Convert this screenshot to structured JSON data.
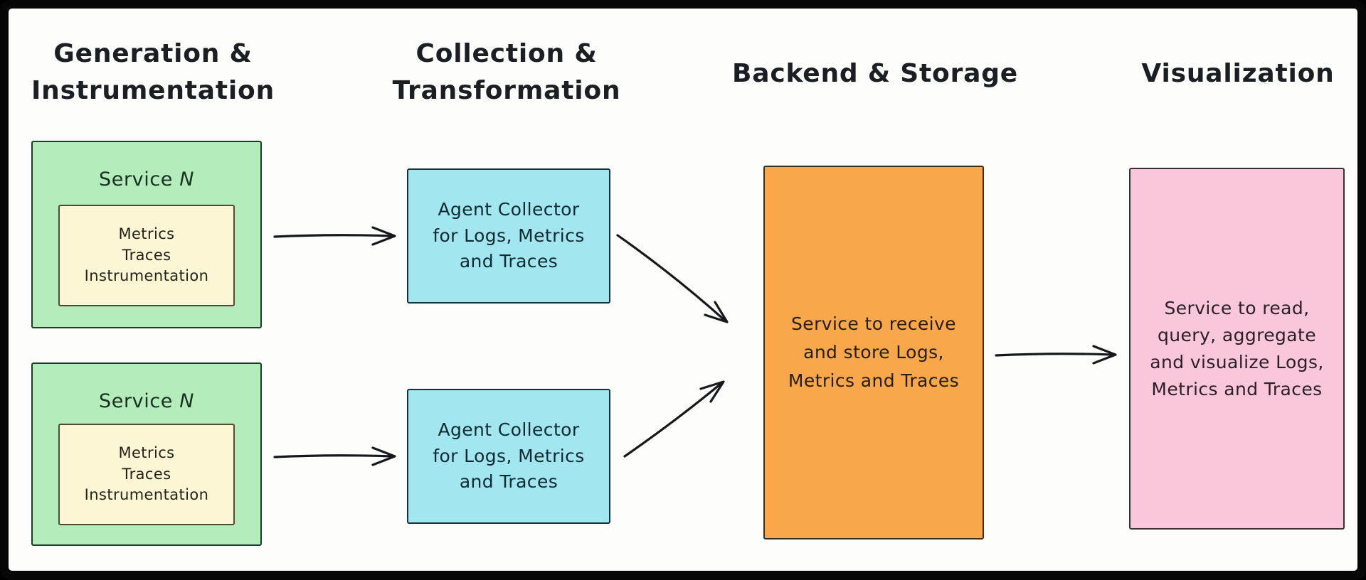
{
  "diagram": {
    "stages": {
      "generation": {
        "title": "Generation &\nInstrumentation"
      },
      "collection": {
        "title": "Collection &\nTransformation"
      },
      "backend": {
        "title": "Backend & Storage"
      },
      "visualization": {
        "title": "Visualization"
      }
    },
    "service_boxes": [
      {
        "title_prefix": "Service",
        "title_suffix": "N",
        "contents": "Metrics\nTraces\nInstrumentation"
      },
      {
        "title_prefix": "Service",
        "title_suffix": "N",
        "contents": "Metrics\nTraces\nInstrumentation"
      }
    ],
    "collector_boxes": [
      {
        "label": "Agent Collector\nfor Logs, Metrics\nand Traces"
      },
      {
        "label": "Agent Collector\nfor Logs, Metrics\nand Traces"
      }
    ],
    "backend_box": {
      "label": "Service to receive\nand store Logs,\nMetrics and Traces"
    },
    "visualization_box": {
      "label": "Service to read,\nquery, aggregate\nand visualize Logs,\nMetrics and Traces"
    },
    "colors": {
      "frame_bg": "#060606",
      "canvas_bg": "#fdfdfc",
      "service_fill": "#b5ecbc",
      "service_stroke": "#1d3b2a",
      "inner_note_fill": "#fdf6d5",
      "inner_note_stroke": "#4f4a33",
      "collector_fill": "#a2e6f0",
      "collector_stroke": "#15323a",
      "backend_fill": "#f8a74b",
      "backend_stroke": "#3e2d12",
      "visualization_fill": "#f9c7d9",
      "visualization_stroke": "#3a3136",
      "arrow": "#16181c",
      "text": "#1b1e22"
    }
  }
}
